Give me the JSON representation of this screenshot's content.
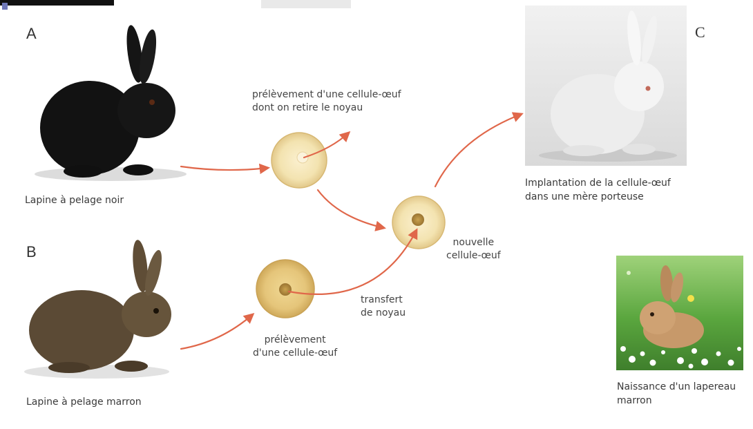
{
  "labels": {
    "A": "A",
    "B": "B",
    "C": "C"
  },
  "captions": {
    "black_rabbit": "Lapine à pelage noir",
    "brown_rabbit": "Lapine à pelage marron",
    "white_rabbit_line1": "Implantation de la cellule-œuf",
    "white_rabbit_line2": "dans une mère porteuse",
    "baby_line1": "Naissance d'un lapereau",
    "baby_line2": "marron"
  },
  "steps": {
    "remove_nucleus_line1": "prélèvement d'une cellule-œuf",
    "remove_nucleus_line2": "dont on retire le noyau",
    "new_cell_line1": "nouvelle",
    "new_cell_line2": "cellule-œuf",
    "transfer_line1": "transfert",
    "transfer_line2": "de noyau",
    "take_cell_line1": "prélèvement",
    "take_cell_line2": "d'une cellule-œuf"
  },
  "colors": {
    "arrow": "#e0674a",
    "cell_light": "#f3e3b0",
    "cell_dark": "#e5c57a",
    "black_rabbit": "#121212",
    "brown_rabbit": "#5b4a35",
    "white_rabbit": "#e8e8e8",
    "grass": "#4e9a3a"
  }
}
